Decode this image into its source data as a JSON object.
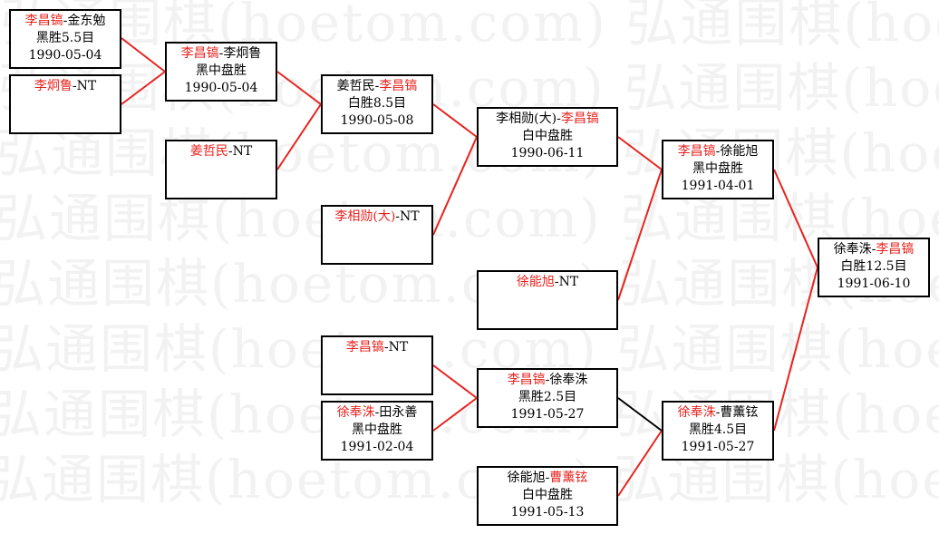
{
  "watermark": "弘通围棋(hoetom.com)",
  "colors": {
    "winner": "#e8231e",
    "line_win": "#e8231e",
    "line_loss": "#000000",
    "box_border": "#000000"
  },
  "matches": [
    {
      "id": "r1a",
      "p1": "李昌镐",
      "sep": "-",
      "p2": "金东勉",
      "winner": 1,
      "result": "黑胜5.5目",
      "date": "1990-05-04"
    },
    {
      "id": "r1b",
      "p1": "李炯鲁",
      "sep": "-",
      "p2": "NT",
      "winner": 1,
      "result": "",
      "date": ""
    },
    {
      "id": "r2a",
      "p1": "李昌镐",
      "sep": "-",
      "p2": "李炯鲁",
      "winner": 1,
      "result": "黑中盘胜",
      "date": "1990-05-04"
    },
    {
      "id": "r2b",
      "p1": "姜哲民",
      "sep": "-",
      "p2": "NT",
      "winner": 1,
      "result": "",
      "date": ""
    },
    {
      "id": "r3a",
      "p1": "姜哲民",
      "sep": "-",
      "p2": "李昌镐",
      "winner": 2,
      "result": "白胜8.5目",
      "date": "1990-05-08"
    },
    {
      "id": "r3b",
      "p1": "李相勋(大)",
      "sep": "-",
      "p2": "NT",
      "winner": 1,
      "result": "",
      "date": ""
    },
    {
      "id": "r4a",
      "p1": "李相勋(大)",
      "sep": "-",
      "p2": "李昌镐",
      "winner": 2,
      "result": "白中盘胜",
      "date": "1990-06-11"
    },
    {
      "id": "r4b",
      "p1": "徐能旭",
      "sep": "-",
      "p2": "NT",
      "winner": 1,
      "result": "",
      "date": ""
    },
    {
      "id": "r5a",
      "p1": "李昌镐",
      "sep": "-",
      "p2": "徐能旭",
      "winner": 1,
      "result": "黑中盘胜",
      "date": "1991-04-01"
    },
    {
      "id": "final",
      "p1": "徐奉洙",
      "sep": "-",
      "p2": "李昌镐",
      "winner": 2,
      "result": "白胜12.5目",
      "date": "1991-06-10"
    },
    {
      "id": "l1a",
      "p1": "李昌镐",
      "sep": "-",
      "p2": "NT",
      "winner": 1,
      "result": "",
      "date": ""
    },
    {
      "id": "l1b",
      "p1": "徐奉洙",
      "sep": "-",
      "p2": "田永善",
      "winner": 1,
      "result": "黑中盘胜",
      "date": "1991-02-04"
    },
    {
      "id": "l2a",
      "p1": "李昌镐",
      "sep": "-",
      "p2": "徐奉洙",
      "winner": 1,
      "result": "黑胜2.5目",
      "date": "1991-05-27"
    },
    {
      "id": "l2b",
      "p1": "徐能旭",
      "sep": "-",
      "p2": "曹薰铉",
      "winner": 2,
      "result": "白中盘胜",
      "date": "1991-05-13"
    },
    {
      "id": "l3a",
      "p1": "徐奉洙",
      "sep": "-",
      "p2": "曹薰铉",
      "winner": 1,
      "result": "黑胜4.5目",
      "date": "1991-05-27"
    }
  ]
}
